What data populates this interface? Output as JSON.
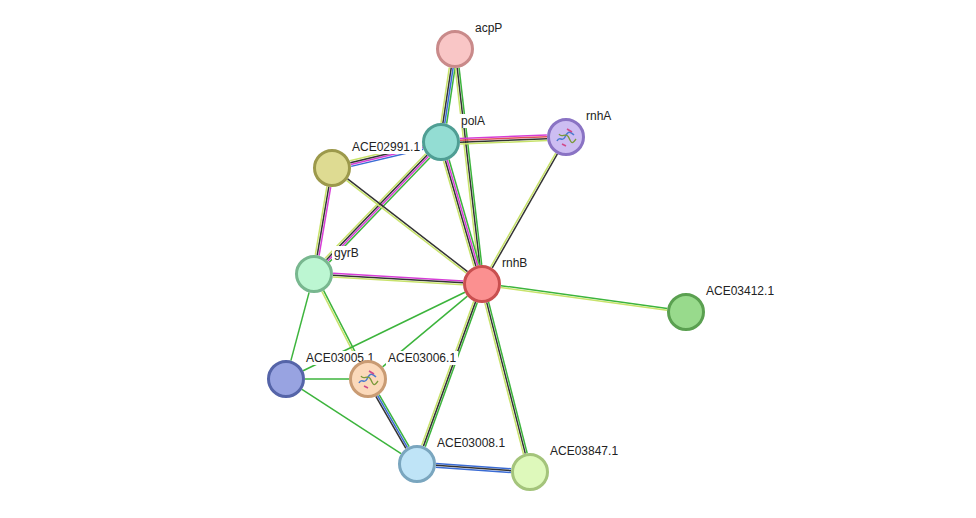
{
  "diagram": {
    "nodes": [
      {
        "text": [
          "acpP"
        ]
      },
      {
        "text": [
          "polA"
        ]
      },
      {
        "text": [
          "rnhA"
        ]
      },
      {
        "text": [
          "ACE02991.1"
        ]
      },
      {
        "text": [
          "gyrB"
        ]
      },
      {
        "text": [
          "rnhB"
        ]
      },
      {
        "text": [
          "ACE03412.1"
        ]
      },
      {
        "text": [
          "ACE03005.1"
        ]
      },
      {
        "text": [
          "ACE03006.1"
        ]
      },
      {
        "text": [
          "ACE03008.1"
        ]
      },
      {
        "text": [
          "ACE03847.1"
        ]
      }
    ],
    "edges": [
      {
        "from": 0,
        "to": 1,
        "arrow": "none"
      },
      {
        "from": 0,
        "to": 5,
        "arrow": "none"
      },
      {
        "from": 1,
        "to": 2,
        "arrow": "none"
      },
      {
        "from": 1,
        "to": 3,
        "arrow": "none"
      },
      {
        "from": 1,
        "to": 4,
        "arrow": "none"
      },
      {
        "from": 1,
        "to": 5,
        "arrow": "none"
      },
      {
        "from": 2,
        "to": 5,
        "arrow": "none"
      },
      {
        "from": 3,
        "to": 4,
        "arrow": "none"
      },
      {
        "from": 3,
        "to": 5,
        "arrow": "none"
      },
      {
        "from": 4,
        "to": 5,
        "arrow": "none"
      },
      {
        "from": 4,
        "to": 7,
        "arrow": "none"
      },
      {
        "from": 4,
        "to": 8,
        "arrow": "none"
      },
      {
        "from": 5,
        "to": 6,
        "arrow": "none"
      },
      {
        "from": 5,
        "to": 7,
        "arrow": "none"
      },
      {
        "from": 5,
        "to": 8,
        "arrow": "none"
      },
      {
        "from": 5,
        "to": 9,
        "arrow": "none"
      },
      {
        "from": 5,
        "to": 10,
        "arrow": "none"
      },
      {
        "from": 7,
        "to": 8,
        "arrow": "none"
      },
      {
        "from": 7,
        "to": 9,
        "arrow": "none"
      },
      {
        "from": 8,
        "to": 9,
        "arrow": "none"
      },
      {
        "from": 9,
        "to": 10,
        "arrow": "none"
      }
    ]
  }
}
